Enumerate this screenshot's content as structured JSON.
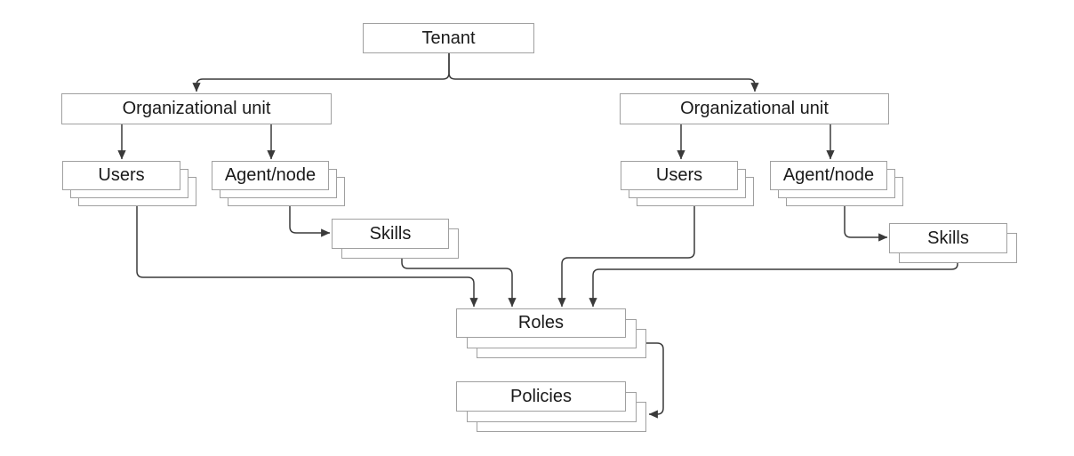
{
  "diagram": {
    "type": "hierarchy",
    "description": "Tenant organizational hierarchy with users, agent/nodes, skills, roles and policies"
  },
  "colors": {
    "box_border": "#a0a0a0",
    "box_fill": "#ffffff",
    "connector_color": "#3a3a3a",
    "text_color": "#1a1a1a",
    "bg": "#ffffff"
  },
  "nodes": {
    "tenant": {
      "label": "Tenant",
      "stack_layers": 1
    },
    "org_unit_left": {
      "label": "Organizational unit",
      "stack_layers": 1
    },
    "org_unit_right": {
      "label": "Organizational unit",
      "stack_layers": 1
    },
    "users_left": {
      "label": "Users",
      "stack_layers": 3
    },
    "agent_node_left": {
      "label": "Agent/node",
      "stack_layers": 3
    },
    "skills_left": {
      "label": "Skills",
      "stack_layers": 2
    },
    "users_right": {
      "label": "Users",
      "stack_layers": 3
    },
    "agent_node_right": {
      "label": "Agent/node",
      "stack_layers": 3
    },
    "skills_right": {
      "label": "Skills",
      "stack_layers": 2
    },
    "roles": {
      "label": "Roles",
      "stack_layers": 3
    },
    "policies": {
      "label": "Policies",
      "stack_layers": 3
    }
  },
  "edges": [
    {
      "from": "tenant",
      "to": "org_unit_left"
    },
    {
      "from": "tenant",
      "to": "org_unit_right"
    },
    {
      "from": "org_unit_left",
      "to": "users_left"
    },
    {
      "from": "org_unit_left",
      "to": "agent_node_left"
    },
    {
      "from": "org_unit_right",
      "to": "users_right"
    },
    {
      "from": "org_unit_right",
      "to": "agent_node_right"
    },
    {
      "from": "agent_node_left",
      "to": "skills_left"
    },
    {
      "from": "agent_node_right",
      "to": "skills_right"
    },
    {
      "from": "users_left",
      "to": "roles"
    },
    {
      "from": "skills_left",
      "to": "roles"
    },
    {
      "from": "users_right",
      "to": "roles"
    },
    {
      "from": "skills_right",
      "to": "roles"
    },
    {
      "from": "roles",
      "to": "policies"
    }
  ]
}
